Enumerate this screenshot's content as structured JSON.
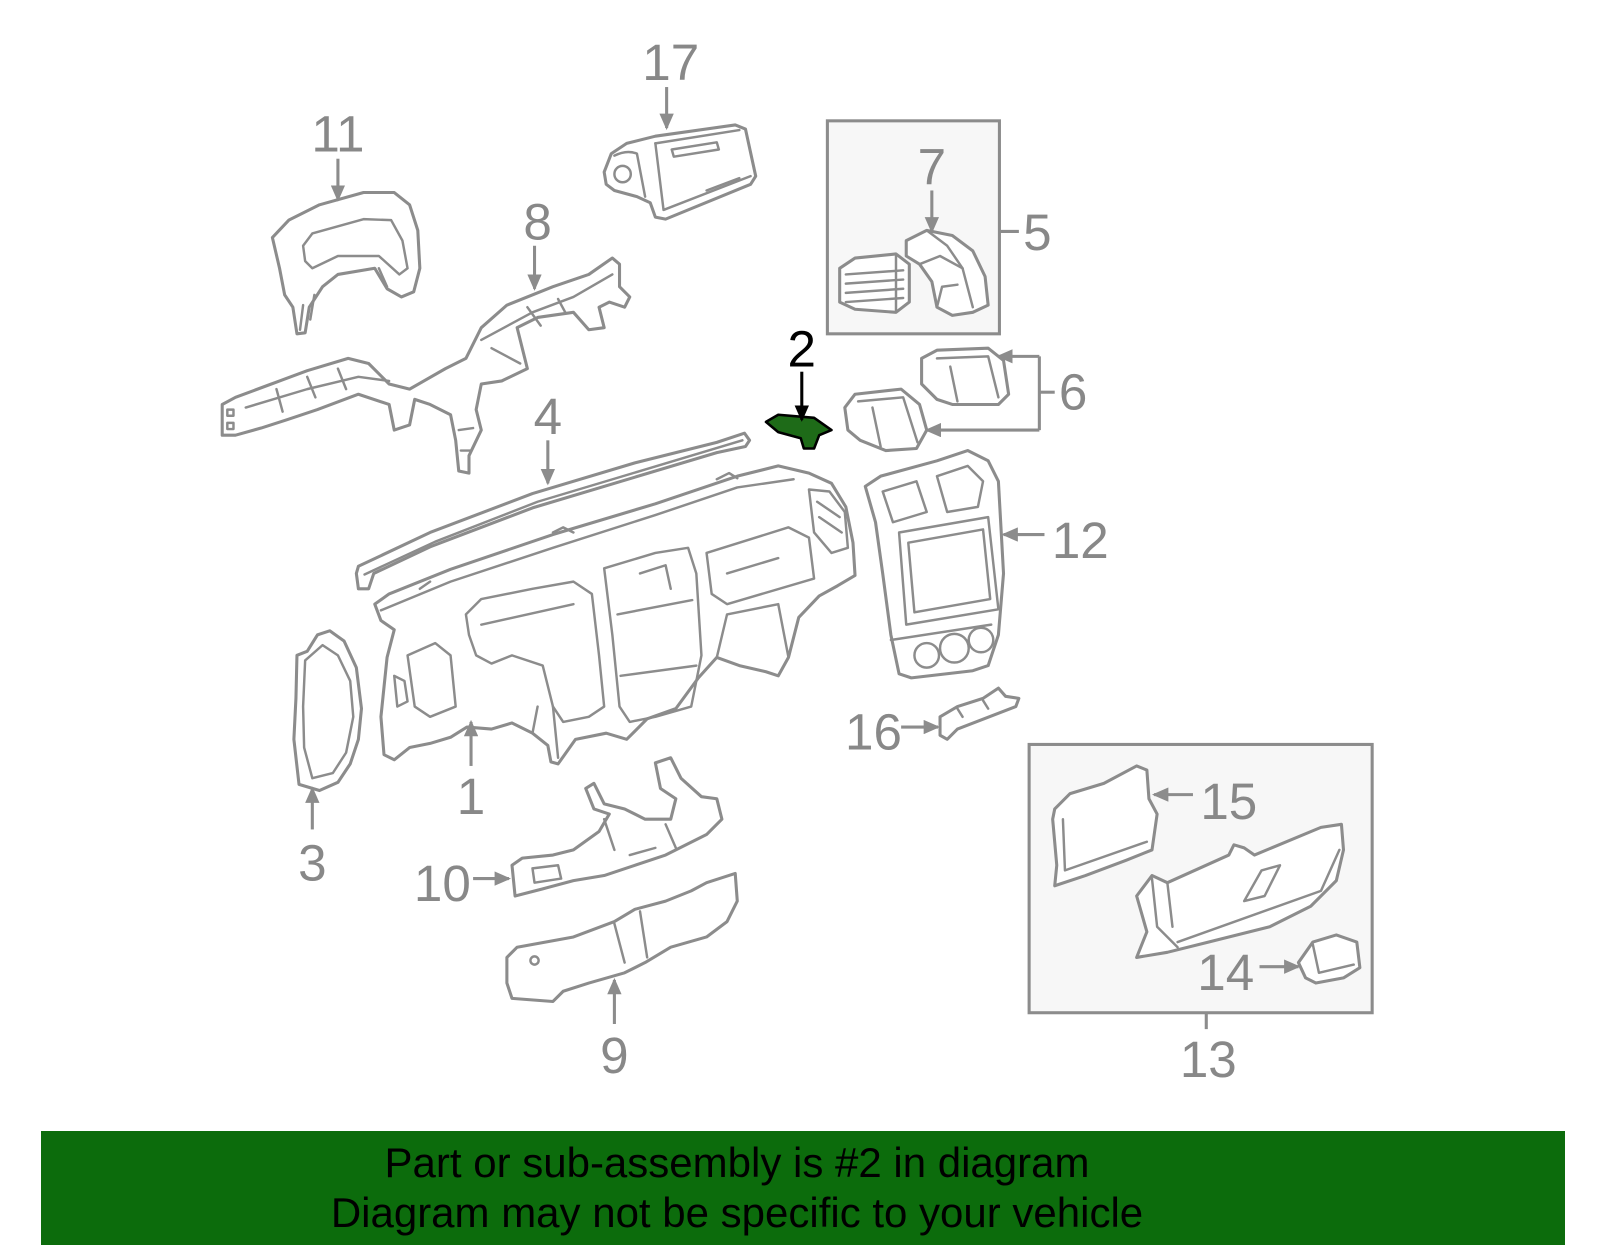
{
  "diagram": {
    "callouts": [
      {
        "label": "1"
      },
      {
        "label": "2",
        "highlighted": true
      },
      {
        "label": "3"
      },
      {
        "label": "4"
      },
      {
        "label": "5"
      },
      {
        "label": "6"
      },
      {
        "label": "7"
      },
      {
        "label": "8"
      },
      {
        "label": "9"
      },
      {
        "label": "10"
      },
      {
        "label": "11"
      },
      {
        "label": "12"
      },
      {
        "label": "13"
      },
      {
        "label": "14"
      },
      {
        "label": "15"
      },
      {
        "label": "16"
      },
      {
        "label": "17"
      }
    ],
    "colors": {
      "line": "#8c8c8c",
      "label": "#888888",
      "box_fill": "#f7f7f7",
      "highlight_fill": "#1e6b18",
      "highlight_stroke": "#000000",
      "highlight_label": "#000000"
    }
  },
  "banner": {
    "line1": "Part or sub-assembly is #2 in diagram",
    "line2": "Diagram may not be specific to your vehicle",
    "color": "#0c6c0c",
    "text_color": "#000000"
  }
}
